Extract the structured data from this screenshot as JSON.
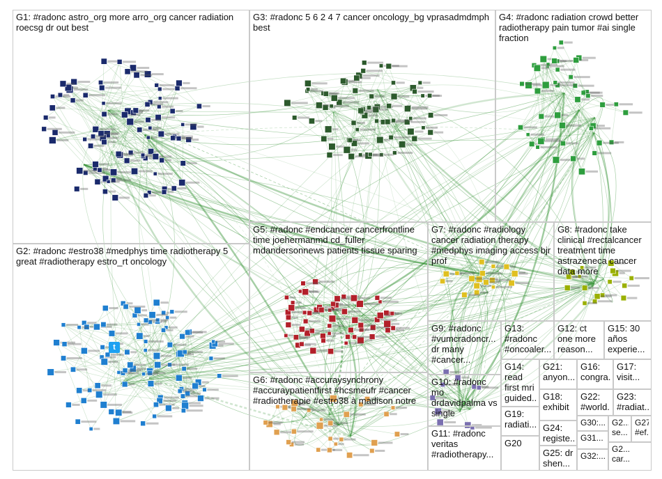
{
  "colors": {
    "edge": "#2f8f2f",
    "g1": "#1a2a6c",
    "g2": "#1f7fd0",
    "g3": "#2c5a2c",
    "g4": "#2e9e3e",
    "g5": "#b3202a",
    "g6": "#e0a050",
    "g7": "#e0c020",
    "g8": "#9ab000",
    "misc": "#7a6fb0"
  },
  "groups": [
    {
      "id": "G1",
      "label": "G1: #radonc astro_org more arro_org cancer radiation roecsg dr out best"
    },
    {
      "id": "G2",
      "label": "G2: #radonc #estro38 #medphys time radiotherapy 5 great #radiotherapy estro_rt oncology"
    },
    {
      "id": "G3",
      "label": "G3: #radonc 5 6 2 4 7 cancer oncology_bg vprasadmdmph best"
    },
    {
      "id": "G4",
      "label": "G4: #radonc radiation crowd better radiotherapy pain tumor #ai single fraction"
    },
    {
      "id": "G5",
      "label": "G5: #radonc #endcancer cancerfrontline time joehermanmd cd_fuller mdandersonnews patients tissue sparing"
    },
    {
      "id": "G6",
      "label": "G6: #radonc #accuraysynchrony #accuraypatientfirst #hcsmeufr #cancer #radiotherapie #estro38 à madison notre"
    },
    {
      "id": "G7",
      "label": "G7: #radonc #radiology cancer radiation therapy #medphys imaging access bjr prof"
    },
    {
      "id": "G8",
      "label": "G8: #radonc take clinical #rectalcancer treatment time astrazeneca cancer data more"
    },
    {
      "id": "G9",
      "label": "G9: #radonc #vumcradoncr... dr many #cancer..."
    },
    {
      "id": "G10",
      "label": "G10: #radonc mo drdavidpalma vs single"
    },
    {
      "id": "G11",
      "label": "G11: #radonc veritas #radiotherapy..."
    },
    {
      "id": "G12",
      "label": "G12: ct one more reason..."
    },
    {
      "id": "G13",
      "label": "G13: #radonc #oncoaler..."
    },
    {
      "id": "G14",
      "label": "G14: read first mri guided..."
    },
    {
      "id": "G15",
      "label": "G15: 30 años experie..."
    },
    {
      "id": "G16",
      "label": "G16: congra..."
    },
    {
      "id": "G17",
      "label": "G17: visit..."
    },
    {
      "id": "G18",
      "label": "G18: exhibit"
    },
    {
      "id": "G19",
      "label": "G19: radiati..."
    },
    {
      "id": "G20",
      "label": "G20"
    },
    {
      "id": "G21",
      "label": "G21: anyon..."
    },
    {
      "id": "G22",
      "label": "G22: #world..."
    },
    {
      "id": "G23",
      "label": "G23: #radiat..."
    },
    {
      "id": "G24",
      "label": "G24: registe..."
    },
    {
      "id": "G25",
      "label": "G25: dr shen..."
    },
    {
      "id": "G26",
      "label": "G2... se..."
    },
    {
      "id": "G27",
      "label": "G27 #ef..."
    },
    {
      "id": "G28",
      "label": "G2... car..."
    },
    {
      "id": "G30",
      "label": "G30:..."
    },
    {
      "id": "G31",
      "label": "G31..."
    },
    {
      "id": "G32",
      "label": "G32:..."
    }
  ]
}
